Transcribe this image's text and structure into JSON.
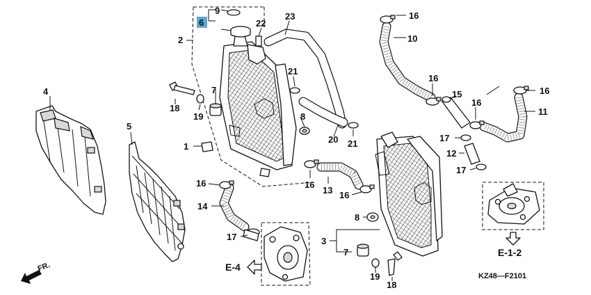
{
  "diagram": {
    "reference_code": "KZ48—F2101",
    "highlight_color": "#5aa7d8",
    "callouts": {
      "c1a": "1",
      "c2": "2",
      "c3": "3",
      "c4": "4",
      "c5": "5",
      "c6": "6",
      "c7a": "7",
      "c7b": "7",
      "c8a": "8",
      "c8b": "8",
      "c9": "9",
      "c10": "10",
      "c11": "11",
      "c12": "12",
      "c13": "13",
      "c14": "14",
      "c15": "15",
      "c16a": "16",
      "c16b": "16",
      "c16c": "16",
      "c16d": "16",
      "c16e": "16",
      "c16f": "16",
      "c16g": "16",
      "c17a": "17",
      "c17b": "17",
      "c17c": "17",
      "c18a": "18",
      "c18b": "18",
      "c19a": "19",
      "c19b": "19",
      "c20": "20",
      "c21a": "21",
      "c21b": "21",
      "c22": "22",
      "c23": "23"
    },
    "refs": {
      "e4": "E-4",
      "e12": "E-1-2",
      "fr": "FR."
    }
  }
}
